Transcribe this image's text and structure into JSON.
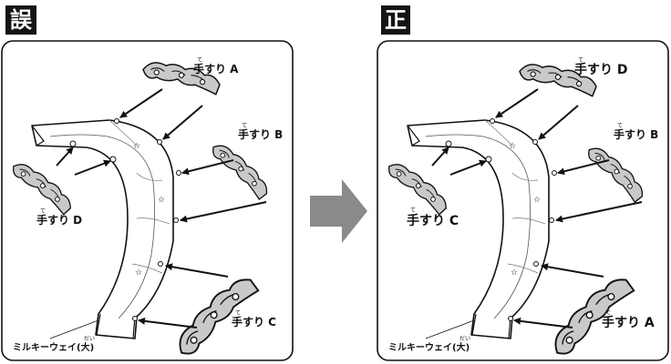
{
  "panels": {
    "wrong": {
      "tag": "誤",
      "labels": {
        "a": {
          "text": "手すり A",
          "ruby": "て"
        },
        "b": {
          "text": "手すり B",
          "ruby": "て"
        },
        "c": {
          "text": "手すり C",
          "ruby": "て"
        },
        "d": {
          "text": "手すり D",
          "ruby": "て"
        }
      },
      "caption": {
        "text": "ミルキーウェイ(大)",
        "ruby": "だい"
      }
    },
    "right": {
      "tag": "正",
      "labels": {
        "a": {
          "text": "手すり A",
          "ruby": "て"
        },
        "b": {
          "text": "手すり B",
          "ruby": "て"
        },
        "c": {
          "text": "手すり C",
          "ruby": "て"
        },
        "d": {
          "text": "手すり D",
          "ruby": "て"
        }
      },
      "caption": {
        "text": "ミルキーウェイ(大)",
        "ruby": "だい"
      }
    }
  },
  "arrow_between_panels": "right-arrow",
  "colors": {
    "tag_bg": "#141414",
    "arrow": "#8a8a8a",
    "stroke": "#111111",
    "piece_fill": "#c9c9c9"
  }
}
